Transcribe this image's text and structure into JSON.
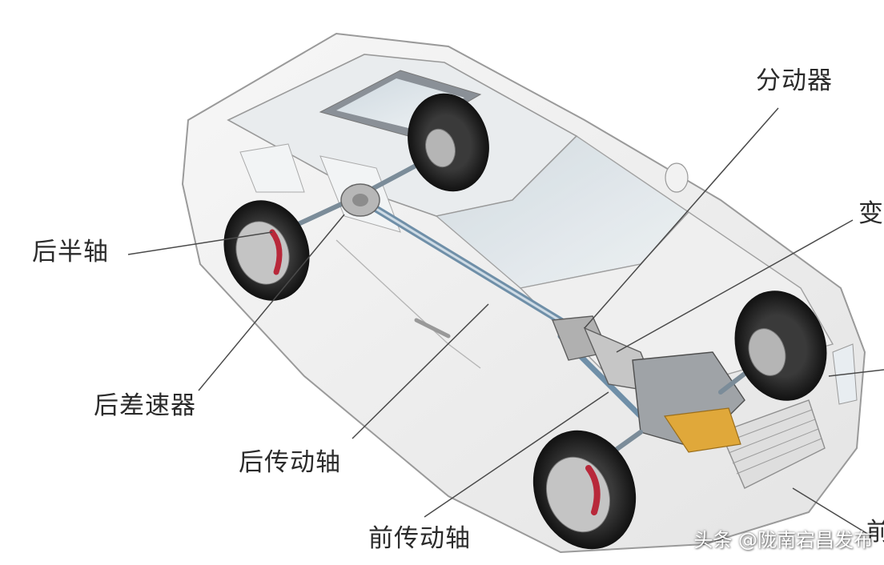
{
  "labels": {
    "fendongqi": "分动器",
    "bian": "变",
    "houbanzhou": "后半轴",
    "houchasuqi": "后差速器",
    "houchuandongzhou": "后传动轴",
    "qianchuandongzhou": "前传动轴",
    "qian_partial": "前"
  },
  "watermark": "头条 @陇南宕昌发布",
  "colors": {
    "leader": "#4a4a4a",
    "body_outline": "#8c8c8c",
    "tire": "#1e1e1e",
    "rim": "#b9b9b9",
    "brake_caliper": "#b8283a",
    "engine_accent": "#e0a83a",
    "driveshaft": "#6f8fa8"
  }
}
